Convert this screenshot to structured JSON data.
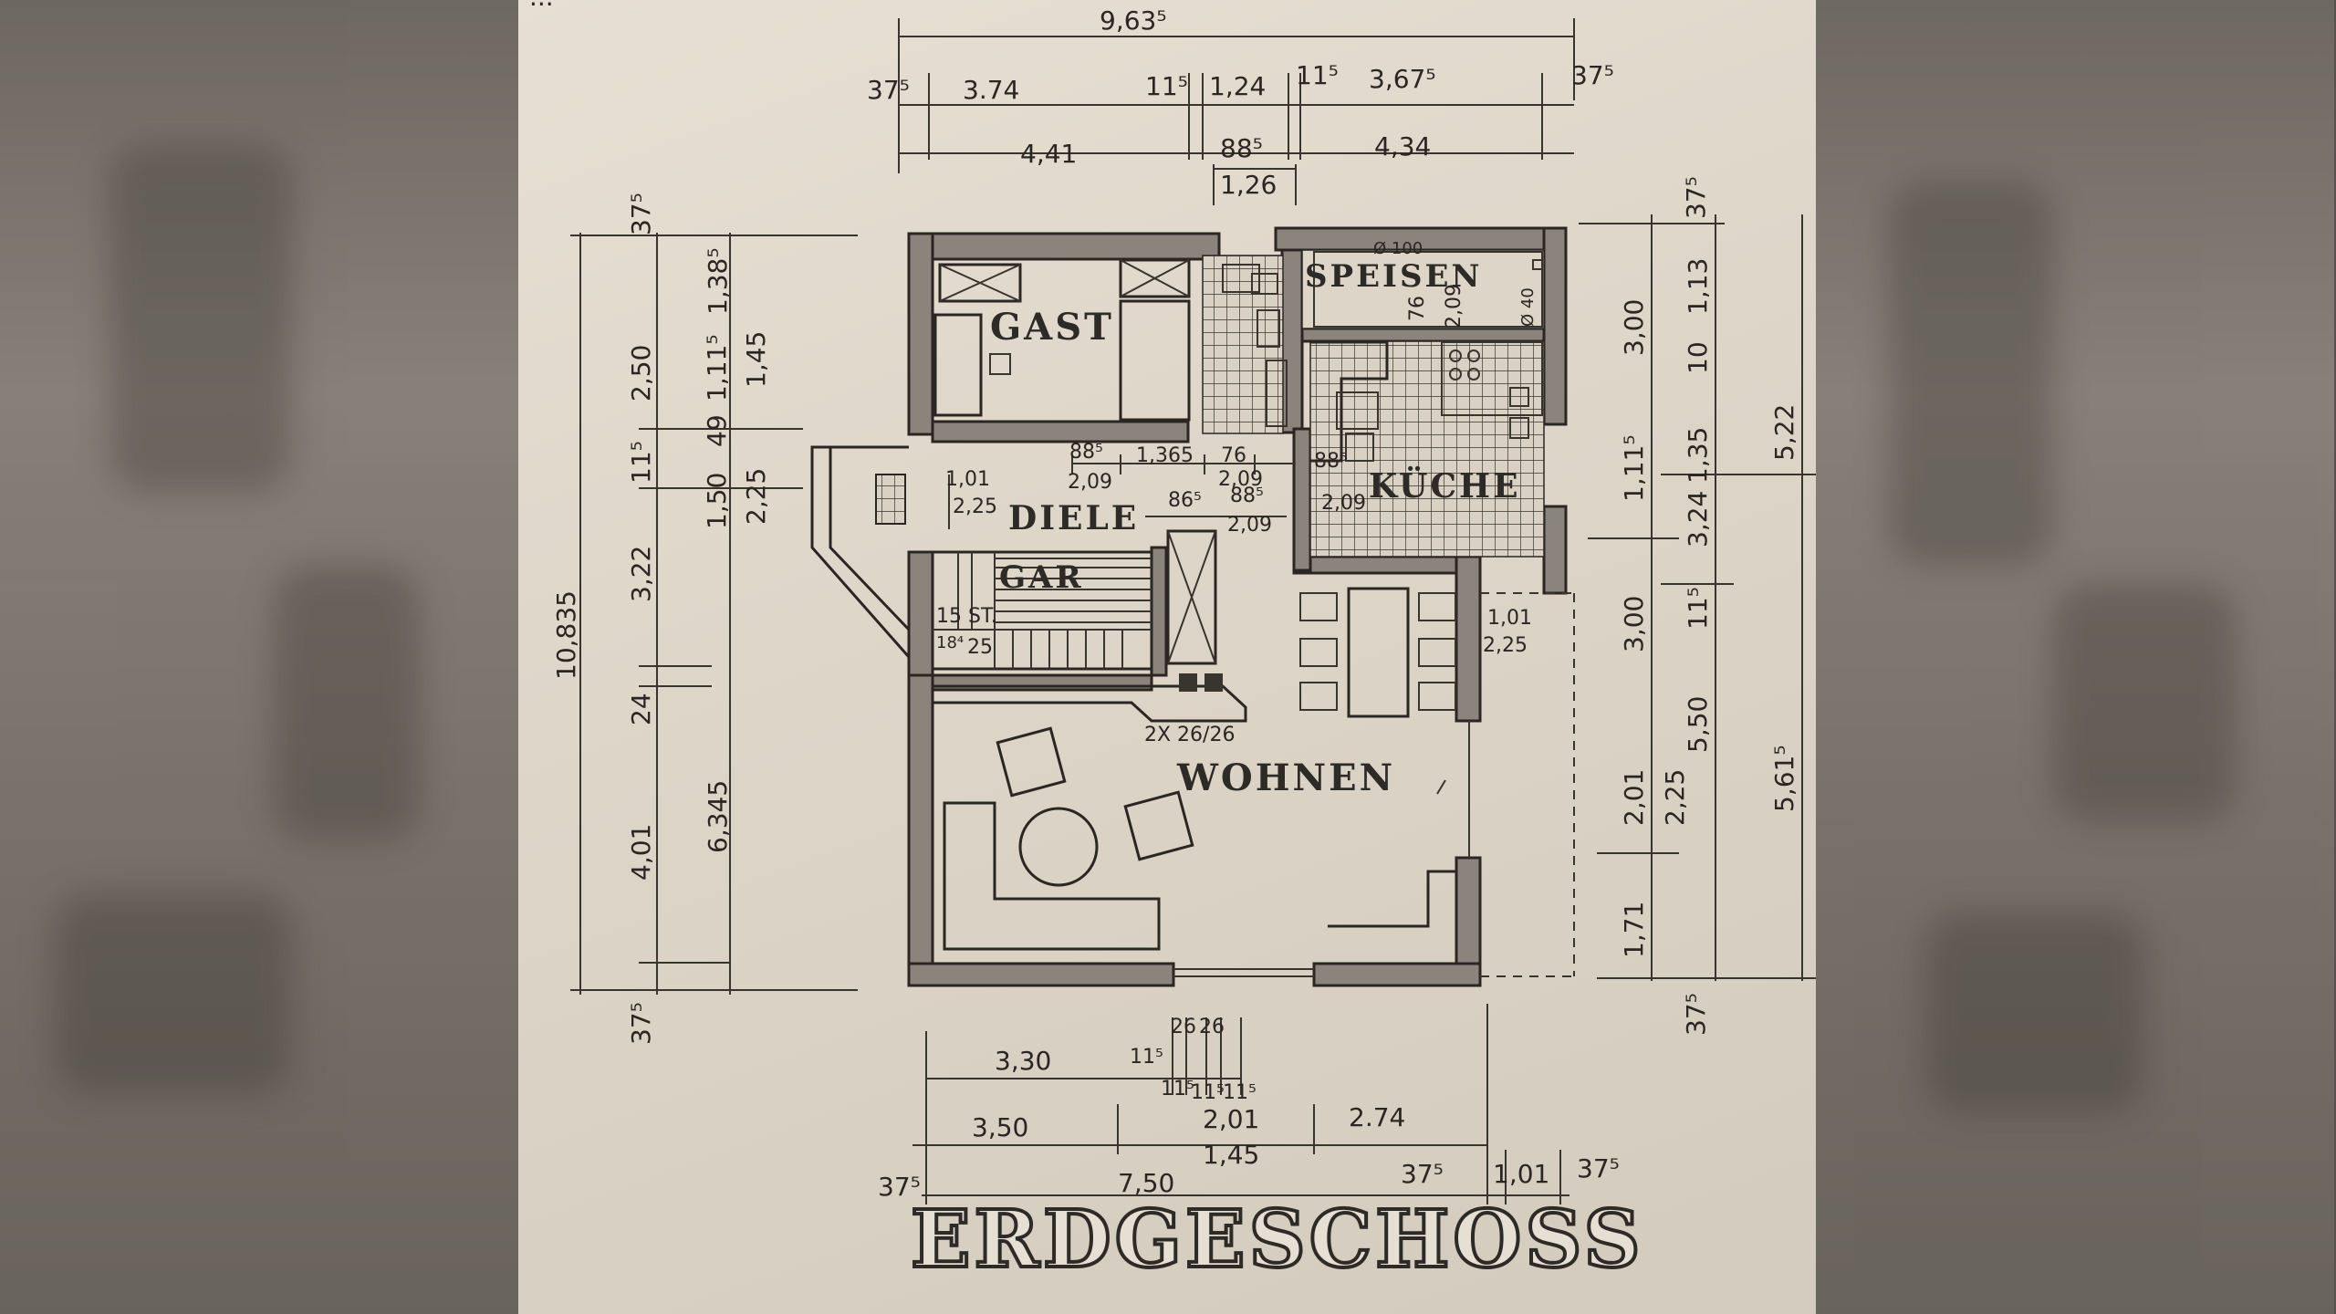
{
  "plan": {
    "title": "ERDGESCHOSS",
    "top_fragment": "...",
    "rooms": {
      "gast": "GAST",
      "speisen": "SPEISEN",
      "kueche": "KÜCHE",
      "diele": "DIELE",
      "gar": "GAR",
      "wohnen": "WOHNEN"
    },
    "top_dims": {
      "overall": "9,63⁵",
      "r1_a": "37⁵",
      "r1_b": "3.74",
      "r1_c": "11⁵",
      "r1_d": "1,24",
      "r1_e": "11⁵",
      "r1_f": "3,67⁵",
      "r1_g": "37⁵",
      "r2_a": "4,41",
      "r2_b": "88⁵",
      "r2_c": "4,34",
      "r3_a": "1,26"
    },
    "left_dims": {
      "c1_a": "37⁵",
      "c1_b": "2,50",
      "c1_c": "11⁵",
      "c1_d": "3,22",
      "c1_e": "24",
      "c1_f": "4,01",
      "c1_g": "37⁵",
      "c2_a": "1,11⁵",
      "c2_b": "49",
      "c2_c": "1,50",
      "c3_a": "1,38⁵",
      "c3_b": "1,45",
      "c3_c": "2,25",
      "c3_d": "6,345",
      "overall": "10,835"
    },
    "right_dims": {
      "c1_a": "3,00",
      "c1_b": "1,11⁵",
      "c1_c": "3,00",
      "c1_d": "2,01",
      "c1_e": "1,71",
      "c2_a": "1,13",
      "c2_b": "10",
      "c2_c": "1,35",
      "c2_d": "3,24",
      "c2_e": "11⁵",
      "c2_f": "5,50",
      "c2_g": "2,25",
      "c3_a": "37⁵",
      "c3_b": "5,22",
      "c3_c": "5,61⁵",
      "c3_d": "37⁵"
    },
    "bottom_dims": {
      "r1_a": "3,30",
      "r1_b": "11⁵",
      "r1_c": "26",
      "r1_d": "26",
      "r1s_a": "11⁵",
      "r1s_b": "11⁵",
      "r1s_c": "11⁵",
      "r2_a": "3,50",
      "r2_b": "2,01",
      "r2_c": "2.74",
      "r3_a": "1,45",
      "r4_a": "37⁵",
      "r4_b": "7,50",
      "r4_c": "37⁵",
      "r4_d": "1,01",
      "r4_e": "37⁵"
    },
    "inner": {
      "d1": "88⁵",
      "d2": "1,365",
      "d3": "76",
      "d4": "2,09",
      "d5": "2,09",
      "d6": "1,01",
      "d7": "2,25",
      "d8": "86⁵",
      "d9": "88⁵",
      "d10": "2,09",
      "d11": "2,09",
      "d12": "76",
      "d13": "2,09",
      "d14": "Ø 100",
      "d15": "Ø 40",
      "d16": "15 ST.",
      "d17": "18⁴",
      "d18": "25",
      "d19": "1,01",
      "d20": "2,25",
      "d21": "2X 26/26",
      "d22": "88⁵"
    }
  }
}
